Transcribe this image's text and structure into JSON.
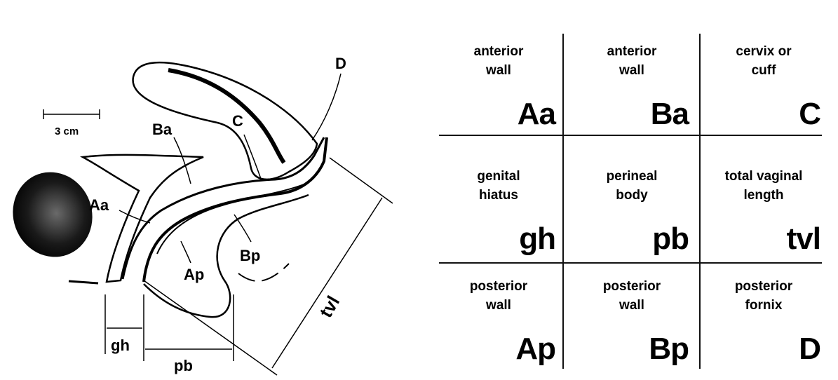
{
  "scale_bar": "3 cm",
  "anatomy_labels": {
    "D": "D",
    "C": "C",
    "Ba": "Ba",
    "Aa": "Aa",
    "Bp": "Bp",
    "Ap": "Ap",
    "gh": "gh",
    "pb": "pb",
    "tvl": "tvl"
  },
  "grid": [
    {
      "desc": "anterior\nwall",
      "code": "Aa"
    },
    {
      "desc": "anterior\nwall",
      "code": "Ba"
    },
    {
      "desc": "cervix or\ncuff",
      "code": "C"
    },
    {
      "desc": "genital\nhiatus",
      "code": "gh"
    },
    {
      "desc": "perineal\nbody",
      "code": "pb"
    },
    {
      "desc": "total vaginal\nlength",
      "code": "tvl"
    },
    {
      "desc": "posterior\nwall",
      "code": "Ap"
    },
    {
      "desc": "posterior\nwall",
      "code": "Bp"
    },
    {
      "desc": "posterior\nfornix",
      "code": "D"
    }
  ]
}
